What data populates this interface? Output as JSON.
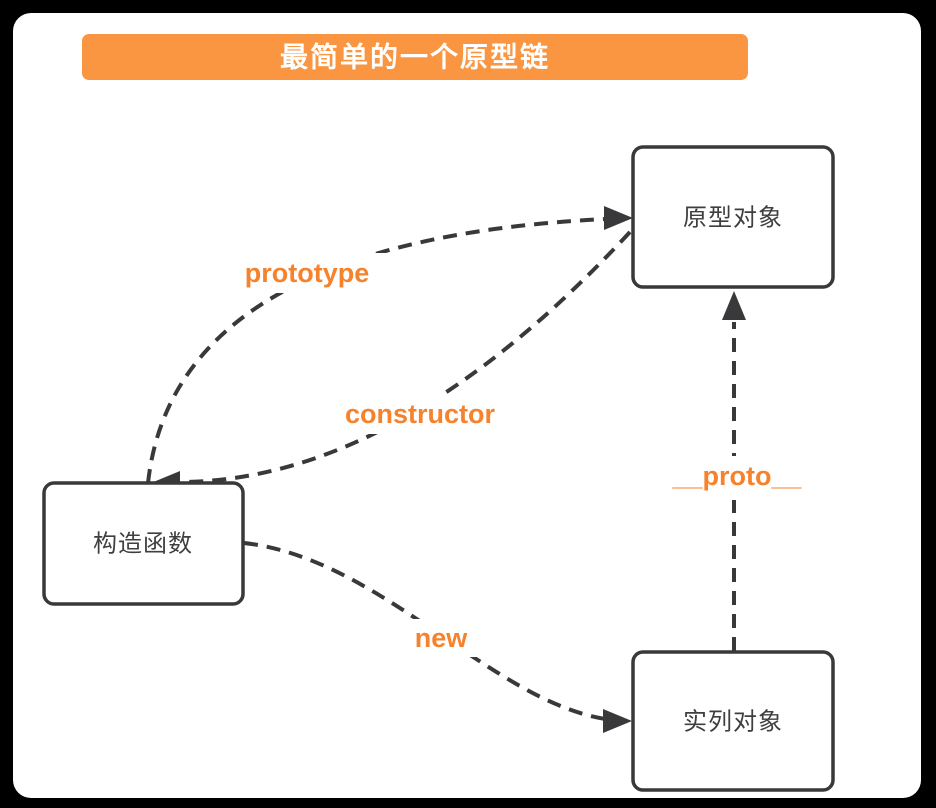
{
  "banner": {
    "title": "最简单的一个原型链"
  },
  "nodes": {
    "prototype_object": {
      "label": "原型对象"
    },
    "constructor_function": {
      "label": "构造函数"
    },
    "instance_object": {
      "label": "实列对象"
    }
  },
  "edges": {
    "prototype": {
      "label": "prototype",
      "from": "constructor_function",
      "to": "prototype_object",
      "style": "dashed-arrow"
    },
    "constructor": {
      "label": "constructor",
      "from": "prototype_object",
      "to": "constructor_function",
      "style": "dashed-arrow"
    },
    "proto": {
      "label": "__proto__",
      "from": "instance_object",
      "to": "prototype_object",
      "style": "dashed-arrow"
    },
    "new": {
      "label": "new",
      "from": "constructor_function",
      "to": "instance_object",
      "style": "dashed-arrow"
    }
  },
  "colors": {
    "accent_orange": "#FA9642",
    "label_orange": "#F7822C",
    "line_dark": "#39393B",
    "node_text": "#3F3F3F",
    "canvas": "#FFFFFF",
    "frame": "#000000",
    "banner_text": "#FFFFFF"
  }
}
